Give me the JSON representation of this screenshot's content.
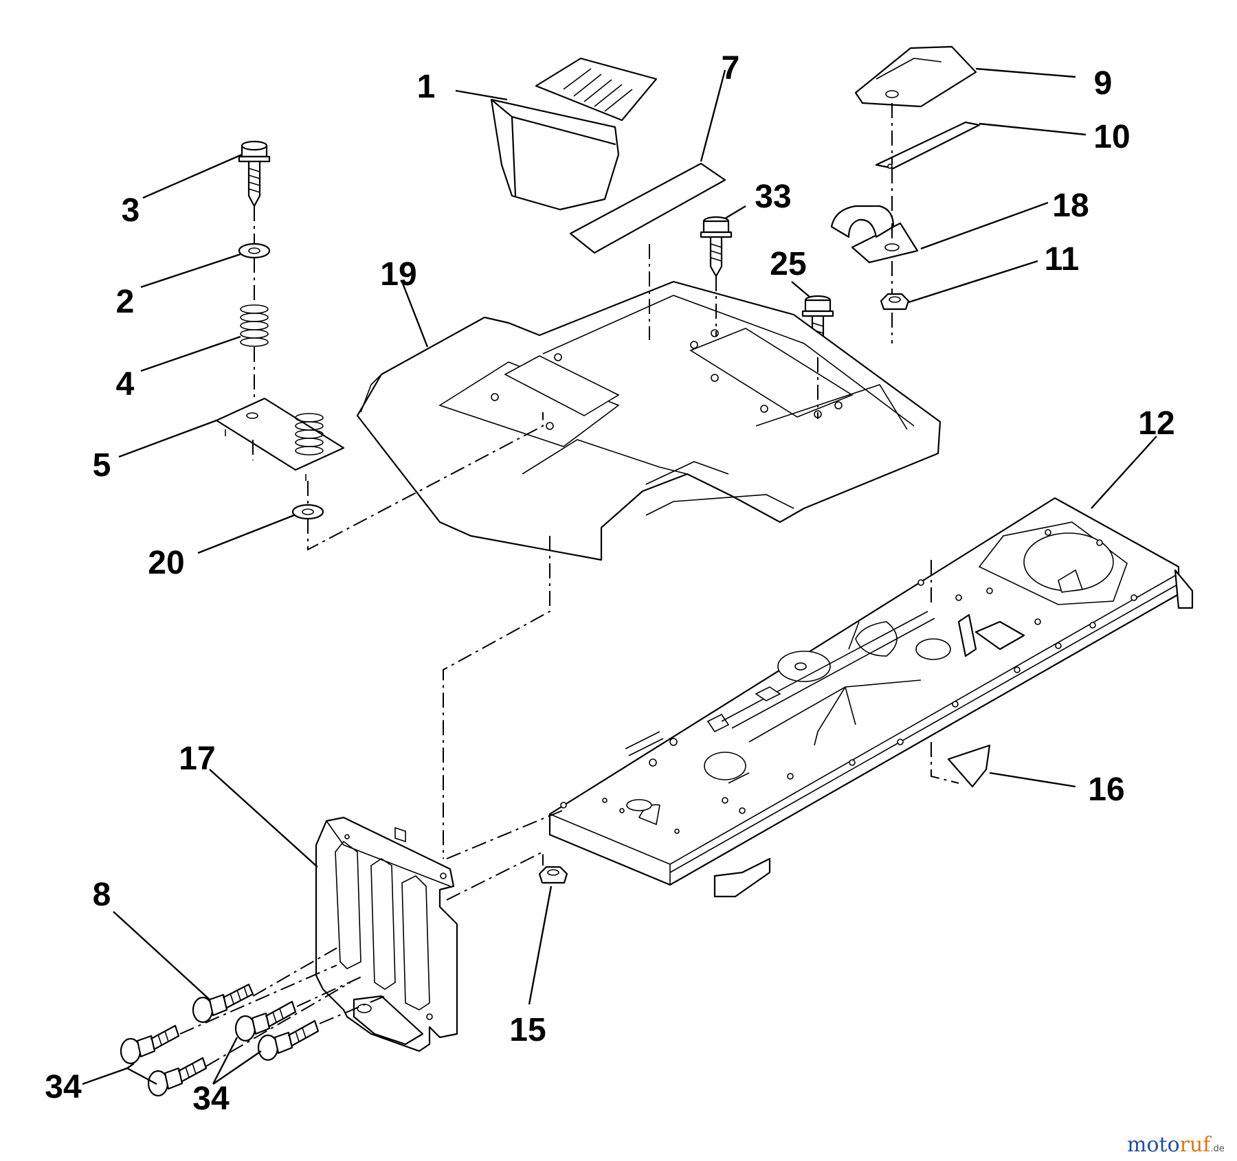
{
  "labels": {
    "p1": "1",
    "p2": "2",
    "p3": "3",
    "p4": "4",
    "p5": "5",
    "p7": "7",
    "p8": "8",
    "p9": "9",
    "p10": "10",
    "p11": "11",
    "p12": "12",
    "p15": "15",
    "p16": "16",
    "p17": "17",
    "p18": "18",
    "p19": "19",
    "p20": "20",
    "p25": "25",
    "p33": "33",
    "p34a": "34",
    "p34b": "34"
  },
  "watermark": {
    "brand_moto": "moto",
    "brand_ruf": "ruf",
    "tld": ".de",
    "colors": {
      "moto": "#1f4f9c",
      "ruf": "#d77a1c",
      "tld": "#555555"
    }
  }
}
